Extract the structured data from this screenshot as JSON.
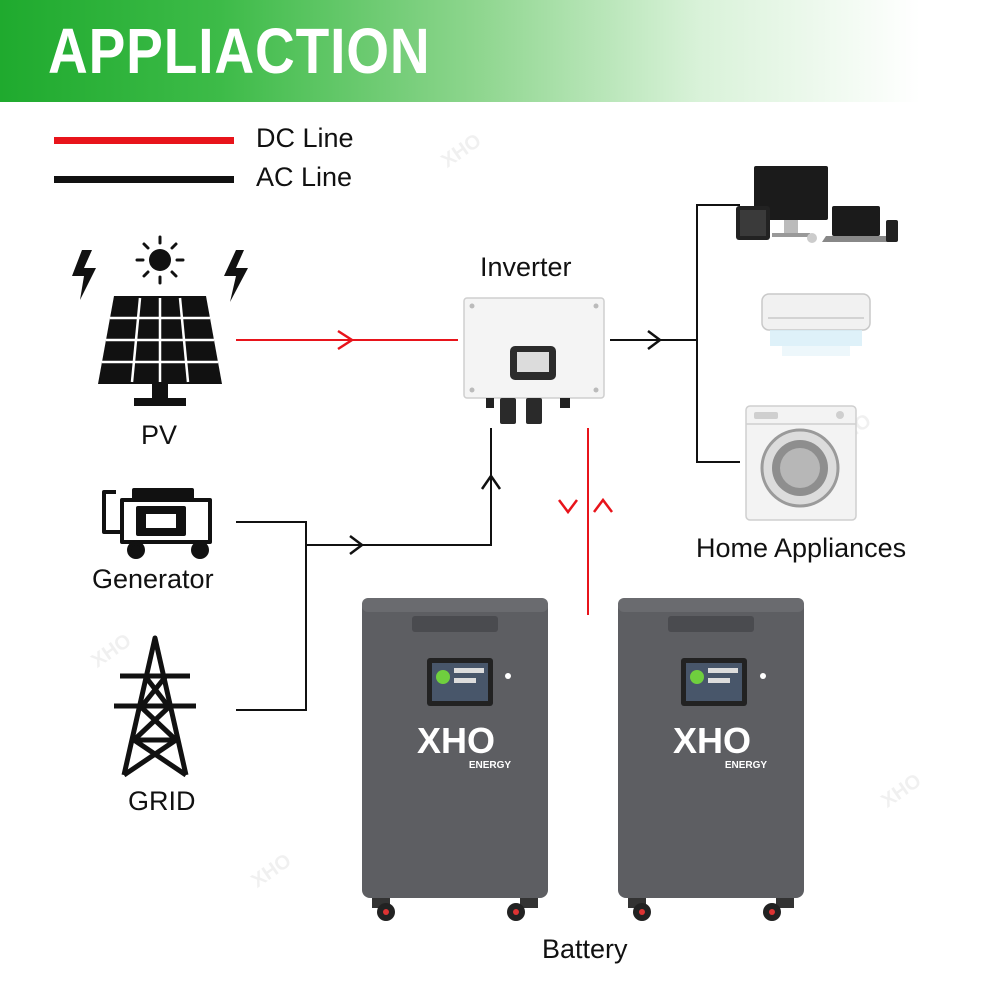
{
  "banner": {
    "title": "APPLIACTION"
  },
  "legend": {
    "dc_label": "DC Line",
    "ac_label": "AC Line",
    "dc_color": "#e8141b",
    "ac_color": "#111111"
  },
  "nodes": {
    "pv": "PV",
    "generator": "Generator",
    "grid": "GRID",
    "inverter": "Inverter",
    "home": "Home Appliances",
    "battery": "Battery"
  },
  "brand": {
    "name": "XHO",
    "sub": "ENERGY"
  },
  "icons": [
    "sun-icon",
    "lightning-icon",
    "solar-panel-icon",
    "generator-icon",
    "power-tower-icon",
    "inverter-icon",
    "computer-devices-icon",
    "air-conditioner-icon",
    "washing-machine-icon",
    "battery-cabinet-icon"
  ]
}
